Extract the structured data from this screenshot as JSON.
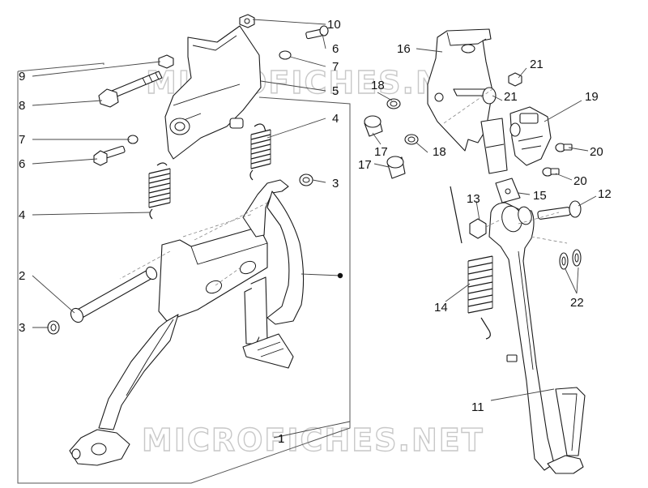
{
  "watermark": "MICROFICHES.NET",
  "callouts": {
    "c1": "1",
    "c2": "2",
    "c3a": "3",
    "c3b": "3",
    "c4a": "4",
    "c4b": "4",
    "c5": "5",
    "c6a": "6",
    "c6b": "6",
    "c7a": "7",
    "c7b": "7",
    "c8": "8",
    "c9": "9",
    "c10": "10",
    "c11": "11",
    "c12": "12",
    "c13": "13",
    "c14": "14",
    "c15": "15",
    "c16": "16",
    "c17a": "17",
    "c17b": "17",
    "c18a": "18",
    "c18b": "18",
    "c19": "19",
    "c20a": "20",
    "c20b": "20",
    "c21a": "21",
    "c21b": "21",
    "c22": "22"
  }
}
